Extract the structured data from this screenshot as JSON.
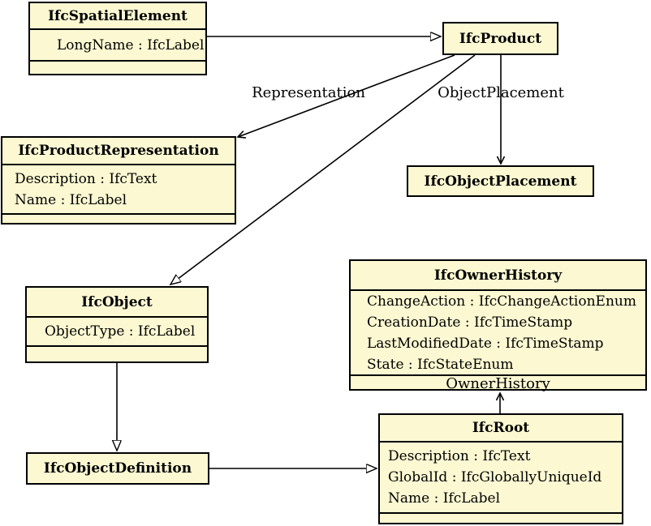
{
  "colors": {
    "box_fill": "#FBF8D2",
    "box_border": "#000000",
    "connector": "#000000",
    "background": "#FFFFFF"
  },
  "classes": {
    "spatial_element": {
      "name": "IfcSpatialElement",
      "attributes": [
        "LongName : IfcLabel"
      ]
    },
    "product": {
      "name": "IfcProduct",
      "attributes": []
    },
    "product_representation": {
      "name": "IfcProductRepresentation",
      "attributes": [
        "Description : IfcText",
        "Name : IfcLabel"
      ]
    },
    "object_placement": {
      "name": "IfcObjectPlacement",
      "attributes": []
    },
    "owner_history": {
      "name": "IfcOwnerHistory",
      "attributes": [
        "ChangeAction : IfcChangeActionEnum",
        "CreationDate : IfcTimeStamp",
        "LastModifiedDate : IfcTimeStamp",
        "State : IfcStateEnum"
      ]
    },
    "object": {
      "name": "IfcObject",
      "attributes": [
        "ObjectType : IfcLabel"
      ]
    },
    "object_definition": {
      "name": "IfcObjectDefinition",
      "attributes": []
    },
    "root": {
      "name": "IfcRoot",
      "attributes": [
        "Description : IfcText",
        "GlobalId : IfcGloballyUniqueId",
        "Name : IfcLabel"
      ]
    }
  },
  "edge_labels": {
    "representation": "Representation",
    "object_placement": "ObjectPlacement",
    "owner_history": "OwnerHistory"
  },
  "relationships": [
    {
      "from": "IfcSpatialElement",
      "to": "IfcProduct",
      "type": "generalization",
      "label": ""
    },
    {
      "from": "IfcProduct",
      "to": "IfcProductRepresentation",
      "type": "association",
      "label": "Representation"
    },
    {
      "from": "IfcProduct",
      "to": "IfcObjectPlacement",
      "type": "association",
      "label": "ObjectPlacement"
    },
    {
      "from": "IfcProduct",
      "to": "IfcObject",
      "type": "generalization",
      "label": ""
    },
    {
      "from": "IfcObject",
      "to": "IfcObjectDefinition",
      "type": "generalization",
      "label": ""
    },
    {
      "from": "IfcObjectDefinition",
      "to": "IfcRoot",
      "type": "generalization",
      "label": ""
    },
    {
      "from": "IfcRoot",
      "to": "IfcOwnerHistory",
      "type": "association",
      "label": "OwnerHistory"
    }
  ]
}
